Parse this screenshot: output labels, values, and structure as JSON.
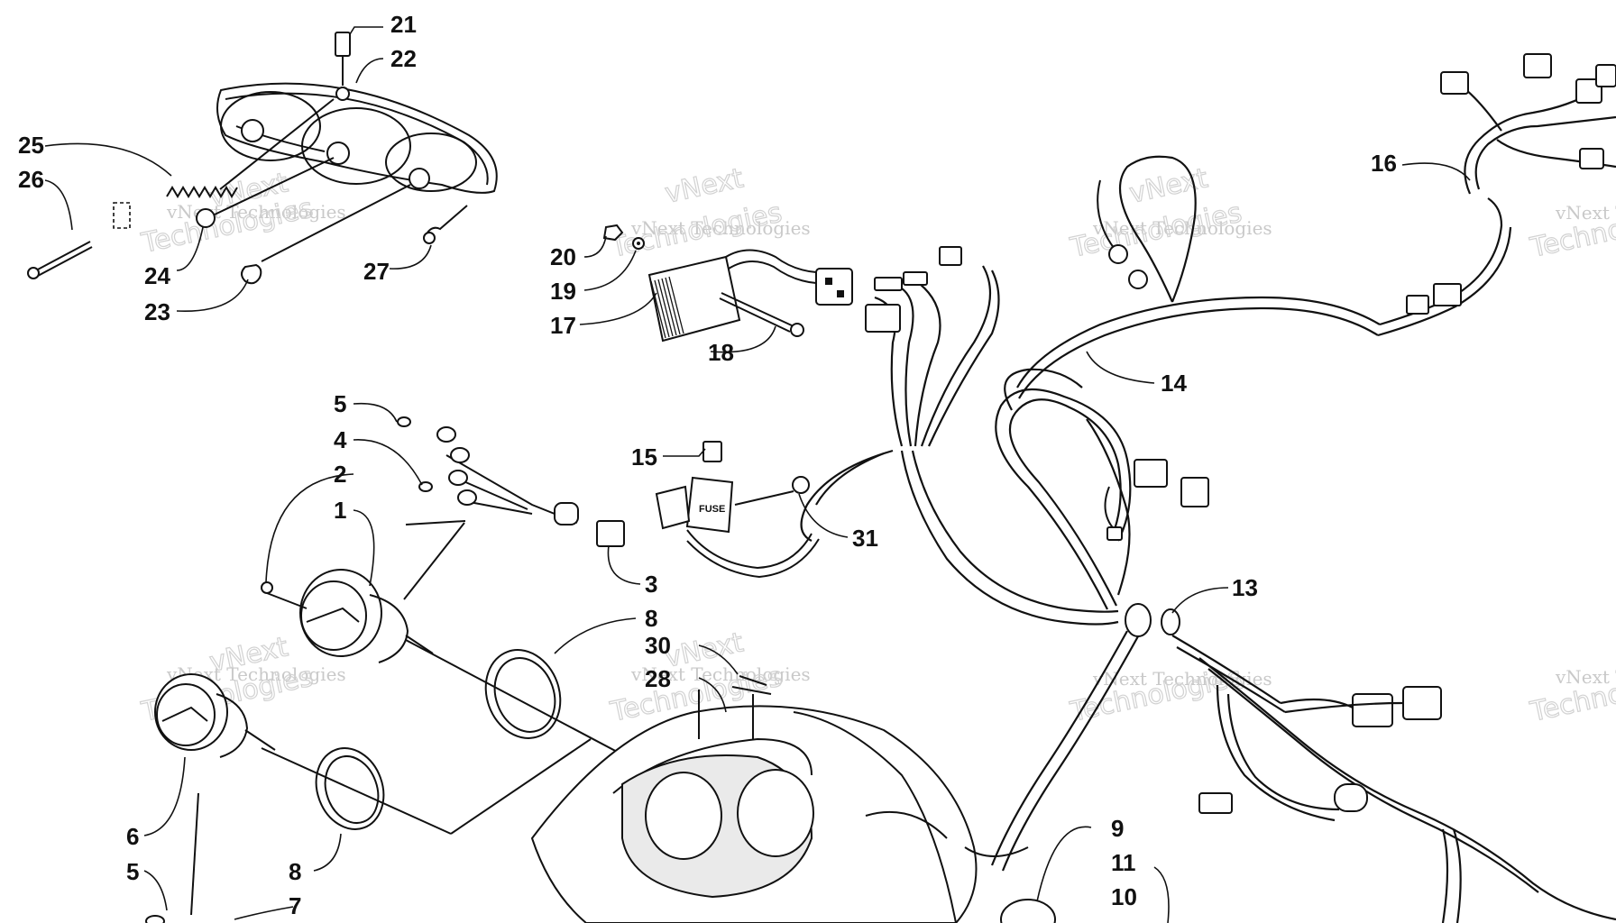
{
  "diagram": {
    "background": "#ffffff",
    "ink": "#111111",
    "watermark_color": "#c9c9c9",
    "watermark_texts": [
      "vNext Technologies",
      "vNext Technologies",
      "vNext Technologies",
      "vNext Technologies",
      "vNext Technologies",
      "vNext Technologies",
      "vNext Technologies",
      "vNext Technologies",
      "vNext Technologies",
      "vNext Technologies"
    ],
    "watermark_big": [
      "Technologies",
      "Technologies",
      "Technologies",
      "Technologies",
      "Technologies",
      "Technologies",
      "Technologies",
      "Technologies",
      "Technologies"
    ],
    "watermark_vnext": [
      "vNext",
      "vNext",
      "vNext",
      "vNext",
      "vNext"
    ],
    "fuse_text": "FUSE",
    "callouts": [
      "21",
      "22",
      "25",
      "26",
      "24",
      "23",
      "27",
      "20",
      "19",
      "17",
      "18",
      "15",
      "31",
      "16",
      "14",
      "13",
      "5",
      "4",
      "2",
      "1",
      "3",
      "8",
      "30",
      "28",
      "6",
      "5",
      "8",
      "7",
      "9",
      "11",
      "10"
    ]
  }
}
